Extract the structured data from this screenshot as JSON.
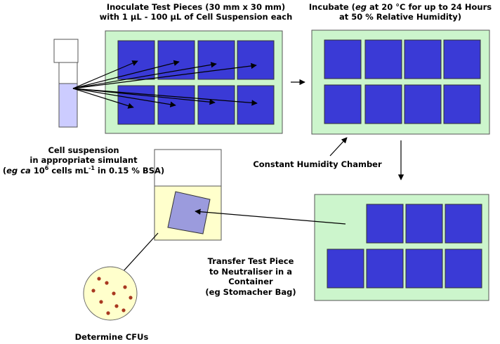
{
  "labels": {
    "inoculate_line1": "Inoculate Test Pieces (30 mm x 30 mm)",
    "inoculate_line2": "with 1 µL - 100 µL of Cell Suspension each",
    "incubate_pre": "Incubate (",
    "incubate_eg": "eg",
    "incubate_post": " at 20 °C for up to 24 Hours",
    "incubate_line2": "at 50 % Relative Humidity)",
    "cell_line1": "Cell suspension",
    "cell_line2": "in appropriate simulant",
    "cell_pre": "(",
    "cell_eg": "eg ca",
    "cell_ten": " 10",
    "cell_exp6": "6",
    "cell_mid": " cells mL",
    "cell_expm1": "-1",
    "cell_post": " in 0.15 % BSA)",
    "humidity": "Constant Humidity Chamber",
    "transfer_line1": "Transfer Test Piece",
    "transfer_line2": "to Neutraliser in a",
    "transfer_line3": "Container",
    "transfer_line4": "(eg Stomacher Bag)",
    "determine": "Determine CFUs"
  },
  "colors": {
    "chamber_fill": "#ccf5cc",
    "test_piece_fill": "#3a3ad6",
    "neutraliser_fill": "#ffffcc",
    "transferred_piece_fill": "#9b9bdd",
    "suspension_fill": "#ccccff",
    "dish_fill": "#ffffcc",
    "colony_fill": "#a83820"
  }
}
